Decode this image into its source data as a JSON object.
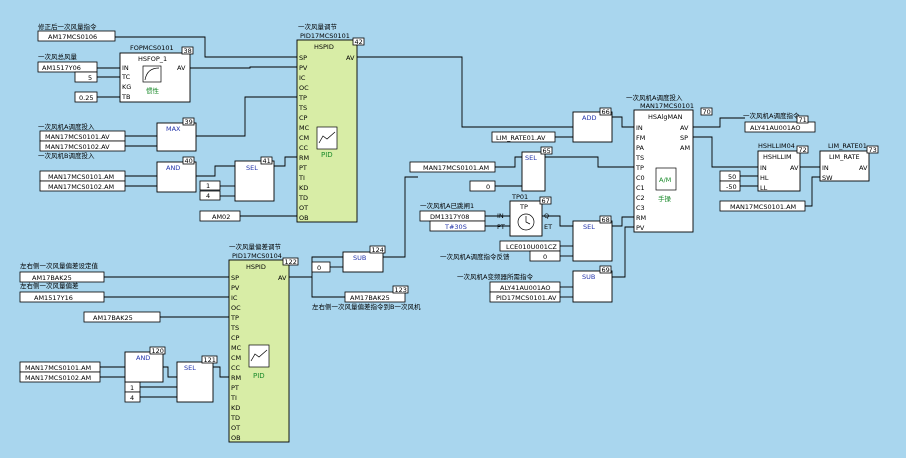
{
  "blocks": {
    "fopmcs": {
      "title": "FOPMCS0101",
      "type": "HSFOP_1",
      "num": "38",
      "label": "惯性",
      "pins_in": [
        "IN",
        "TC",
        "KG",
        "TB"
      ],
      "pin_out": "AV"
    },
    "pid1": {
      "desc": "一次风量调节",
      "id": "PID17MCS0101",
      "type": "HSPID",
      "num": "42",
      "label": "PID",
      "pins_in": [
        "SP",
        "PV",
        "IC",
        "OC",
        "TP",
        "TS",
        "CP",
        "MC",
        "CM",
        "CC",
        "RM",
        "PT",
        "TI",
        "KD",
        "TD",
        "OT",
        "OB"
      ],
      "pin_out": "AV"
    },
    "pid2": {
      "desc": "一次风量偏差调节",
      "id": "PID17MCS0104",
      "type": "HSPID",
      "num": "122",
      "label": "PID",
      "pins_in": [
        "SP",
        "PV",
        "IC",
        "OC",
        "TP",
        "TS",
        "CP",
        "MC",
        "CM",
        "CC",
        "RM",
        "PT",
        "TI",
        "KD",
        "TD",
        "OT",
        "OB"
      ],
      "pin_out": "AV"
    },
    "max": {
      "label": "MAX",
      "num": "39"
    },
    "and40": {
      "label": "AND",
      "num": "40"
    },
    "sel41": {
      "label": "SEL",
      "num": "41"
    },
    "add": {
      "label": "ADD",
      "num": "66"
    },
    "sel65": {
      "label": "SEL",
      "num": "65"
    },
    "tp": {
      "label": "TP",
      "num": "67",
      "pins": [
        "IN",
        "PT",
        "Q",
        "ET"
      ]
    },
    "sel68": {
      "label": "SEL",
      "num": "68"
    },
    "sub69": {
      "label": "SUB",
      "num": "69"
    },
    "sub124": {
      "label": "SUB",
      "num": "124"
    },
    "and120": {
      "label": "AND",
      "num": "120"
    },
    "sel121": {
      "label": "SEL",
      "num": "121"
    },
    "hsal": {
      "desc": "一次风机A调度投入",
      "id": "MAN17MCS0101",
      "type": "HSAlgMAN",
      "num": "70",
      "am": "A/M",
      "label": "手操",
      "pins_in": [
        "IN",
        "FM",
        "PA",
        "TS",
        "TP",
        "C0",
        "C1",
        "C2",
        "C3",
        "RM",
        "PV"
      ],
      "pins_out": [
        "AV",
        "SP",
        "AM"
      ]
    },
    "hshl": {
      "id": "HSHLLIM04",
      "type": "HSHLLIM",
      "num": "72",
      "pins_in": [
        "IN",
        "HL",
        "LL"
      ],
      "pin_out": "AV"
    },
    "lim": {
      "id": "LIM_RATE01",
      "type": "LIM_RATE",
      "num": "73",
      "pins_in": [
        "IN",
        "SW"
      ],
      "pin_out": "AV"
    },
    "num71": "71",
    "num123": "123",
    "num_tp01": "TP01"
  },
  "tags": {
    "t1_desc": "修正后一次风量指令",
    "t1": "AM17MCS0106",
    "t2_desc": "一次风总风量",
    "t2": "AM1517Y06",
    "t3": "5",
    "t4": "0.25",
    "t5_desc": "一次风机A调度投入",
    "t5": "MAN17MCS0101.AV",
    "t6": "MAN17MCS0102.AV",
    "t6_desc": "一次风机B调度投入",
    "t7": "MAN17MCS0101.AM",
    "t8": "MAN17MCS0102.AM",
    "t9": "1",
    "t10": "4",
    "t11": "AM02",
    "t12": "LIM_RATE01.AV",
    "t13": "MAN17MCS0101.AM",
    "t14": "0",
    "t15_desc": "一次风机A已跳闸1",
    "t15": "DM1317Y08",
    "t16": "T#30S",
    "t17": "LCE010U001CZ",
    "t18": "0",
    "t18_desc": "一次风机A调度指令反馈",
    "t19_desc": "一次风机A变频器所需指令",
    "t19": "ALY41AU001AO",
    "t20": "PID17MCS0101.AV",
    "t21_desc": "一次风机A调度指令",
    "t21": "ALY41AU001AO",
    "t22": "50",
    "t23": "-50",
    "t24": "MAN17MCS0101.AM",
    "t25_desc": "左右侧一次风量偏差设定值",
    "t25": "AM17BAK25",
    "t26_desc": "左右侧一次风量偏差",
    "t26": "AM1517Y16",
    "t27": "AM17BAK25",
    "t28": "MAN17MCS0101.AM",
    "t29": "MAN17MCS0102.AM",
    "t30": "1",
    "t31": "4",
    "t32": "0",
    "t33": "AM17BAK25",
    "t33_desc": "左右侧一次风量偏差指令到B一次风机"
  },
  "colors": {
    "background": "#a9d6ee",
    "pid_fill": "#d8eda6",
    "label_green": "#1a8a2a"
  }
}
